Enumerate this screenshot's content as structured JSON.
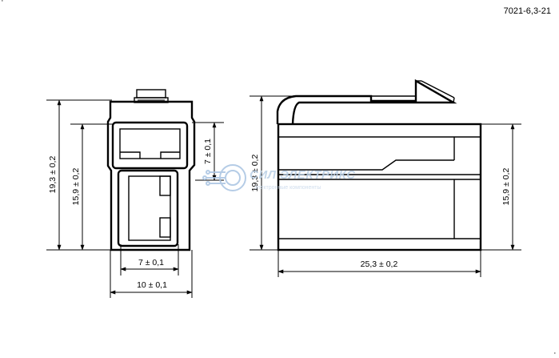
{
  "drawing_code": "7021-6,3-21",
  "watermark": {
    "brand": "СИЛ ЭЛЕКТРИКС",
    "tagline": "электронные компоненты",
    "logo_color": "#a9c4e2"
  },
  "front_view": {
    "height_overall": "19,3 ± 0,2",
    "height_body": "15,9 ± 0,2",
    "cavity_height": "7 ± 0,1",
    "inner_width": "7 ± 0,1",
    "outer_width": "10 ± 0,1"
  },
  "side_view": {
    "height_overall": "19,3 ± 0,2",
    "height_body": "15,9 ± 0,2",
    "length": "25,3 ± 0,2"
  }
}
